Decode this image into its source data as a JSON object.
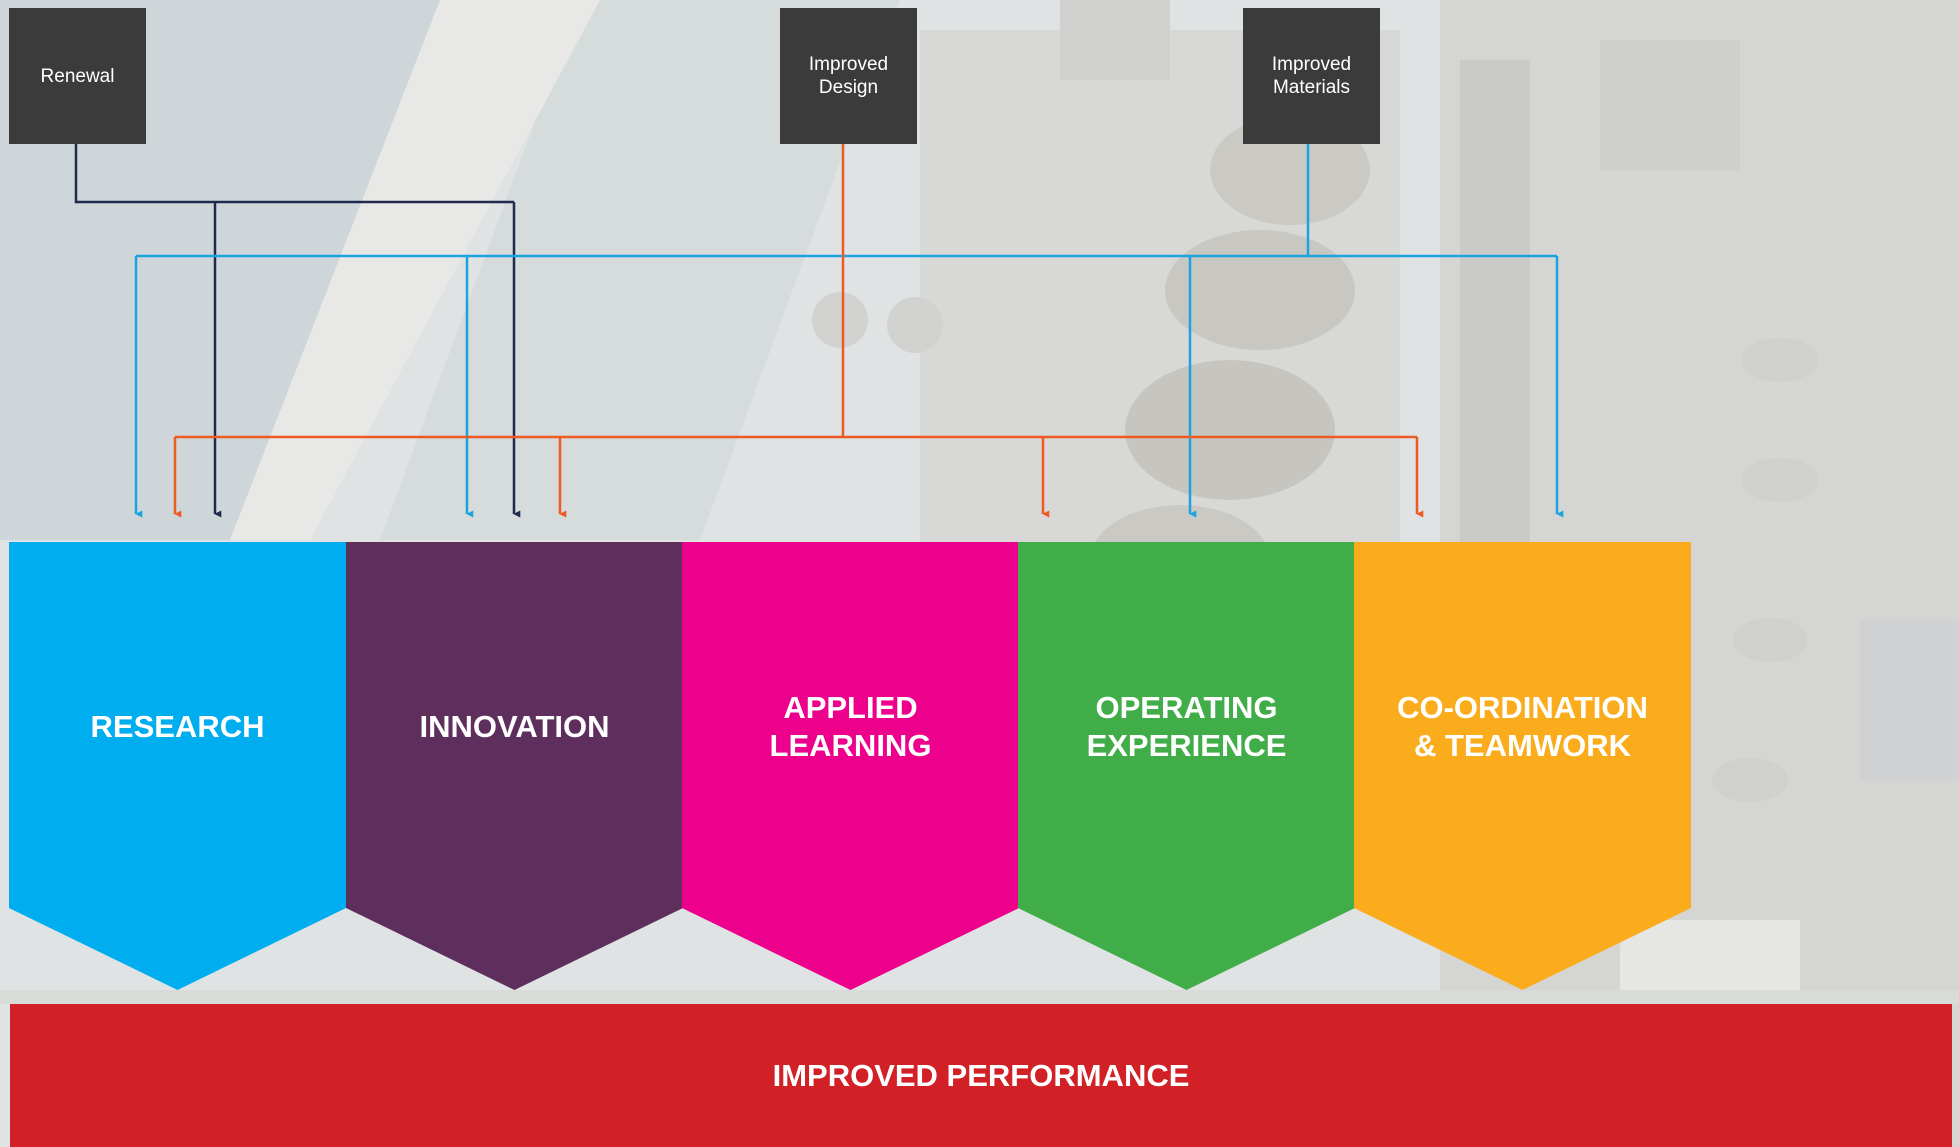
{
  "sources": [
    {
      "id": "renewal",
      "label": "Renewal",
      "color": "#1f2a4f"
    },
    {
      "id": "improved-design",
      "label": "Improved\nDesign",
      "color": "#ee5a24"
    },
    {
      "id": "improved-materials",
      "label": "Improved\nMaterials",
      "color": "#1ba3e0"
    }
  ],
  "pillars": [
    {
      "id": "research",
      "label": "RESEARCH",
      "color": "#00aeef"
    },
    {
      "id": "innovation",
      "label": "INNOVATION",
      "color": "#5e2f5d"
    },
    {
      "id": "applied-learning",
      "label": "APPLIED\nLEARNING",
      "color": "#ec008c"
    },
    {
      "id": "operating-experience",
      "label": "OPERATING\nEXPERIENCE",
      "color": "#41ad49"
    },
    {
      "id": "coordination-teamwork",
      "label": "CO-ORDINATION\n& TEAMWORK",
      "color": "#faac1c"
    }
  ],
  "connections": {
    "renewal": [
      "research",
      "innovation"
    ],
    "improved-design": [
      "research",
      "innovation",
      "operating-experience",
      "coordination-teamwork"
    ],
    "improved-materials": [
      "research",
      "innovation",
      "operating-experience",
      "coordination-teamwork"
    ]
  },
  "outcome": {
    "label": "IMPROVED PERFORMANCE",
    "color": "#d22027"
  }
}
